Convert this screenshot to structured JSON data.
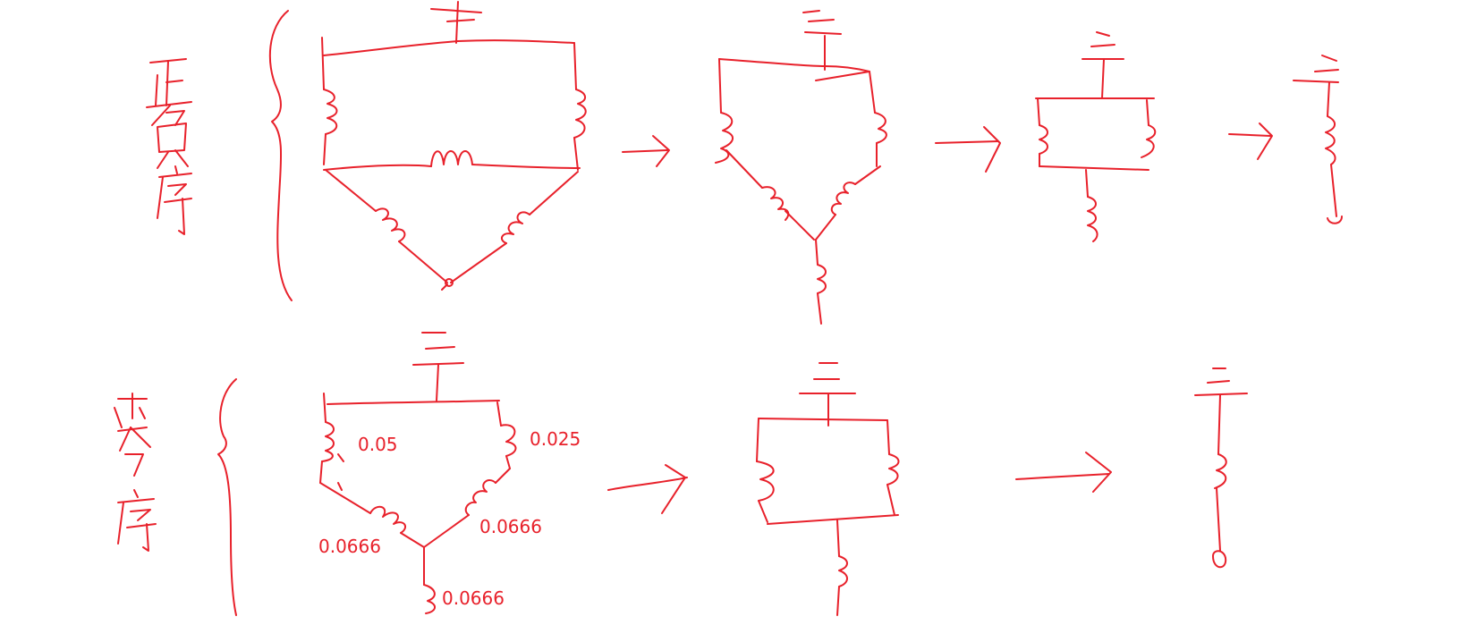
{
  "ink_color": "#e8212b",
  "background": "#ffffff",
  "positive_sequence": {
    "label_chars": [
      "正",
      "负",
      "序"
    ]
  },
  "zero_sequence": {
    "label_chars": [
      "零",
      "序"
    ],
    "impedances": {
      "left_branch": "0.05",
      "right_branch": "0.025",
      "lower_left": "0.0666",
      "lower_right": "0.0666",
      "bottom": "0.0666"
    }
  }
}
